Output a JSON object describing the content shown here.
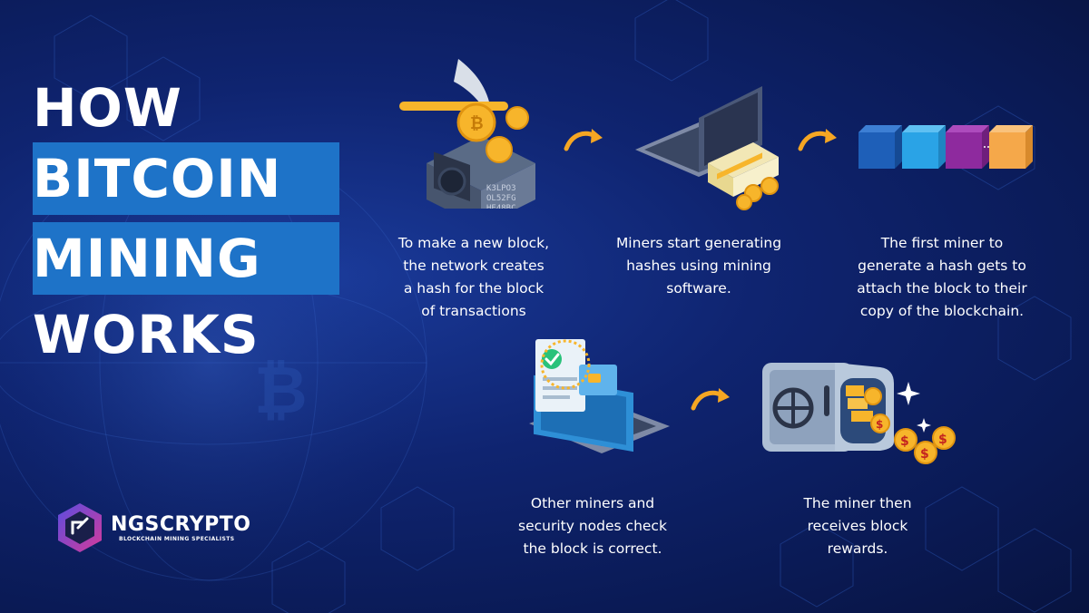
{
  "title": {
    "line1": "HOW",
    "line2": "BITCOIN",
    "line3": "MINING",
    "line4": "WORKS"
  },
  "steps": [
    {
      "text": "To make a new block,\nthe network creates\na hash for the block\nof transactions",
      "icon": "pickaxe-mining-rig-icon"
    },
    {
      "text": "Miners start generating\nhashes using mining\nsoftware.",
      "icon": "laptop-with-cash-icon"
    },
    {
      "text": "The first miner to\ngenerate a hash gets to\nattach the block to their\ncopy of the blockchain.",
      "icon": "blockchain-cubes-icon"
    },
    {
      "text": "Other miners and\nsecurity nodes check\nthe block is correct.",
      "icon": "laptop-checklist-icon"
    },
    {
      "text": "The miner then\nreceives block\nrewards.",
      "icon": "vault-gold-coins-icon"
    }
  ],
  "brand": {
    "name": "NGSCRYPTO",
    "tagline": "BLOCKCHAIN MINING SPECIALISTS",
    "icon": "ngscrypto-logo-icon"
  },
  "colors": {
    "background": "#0f2470",
    "title_highlight": "#1e73c8",
    "arrow": "#f5a623",
    "gold": "#f7b52b",
    "cube_dark_blue": "#1e5fb8",
    "cube_light_blue": "#2aa3e6",
    "cube_purple": "#8e2a9e",
    "cube_orange": "#f5a84a"
  }
}
